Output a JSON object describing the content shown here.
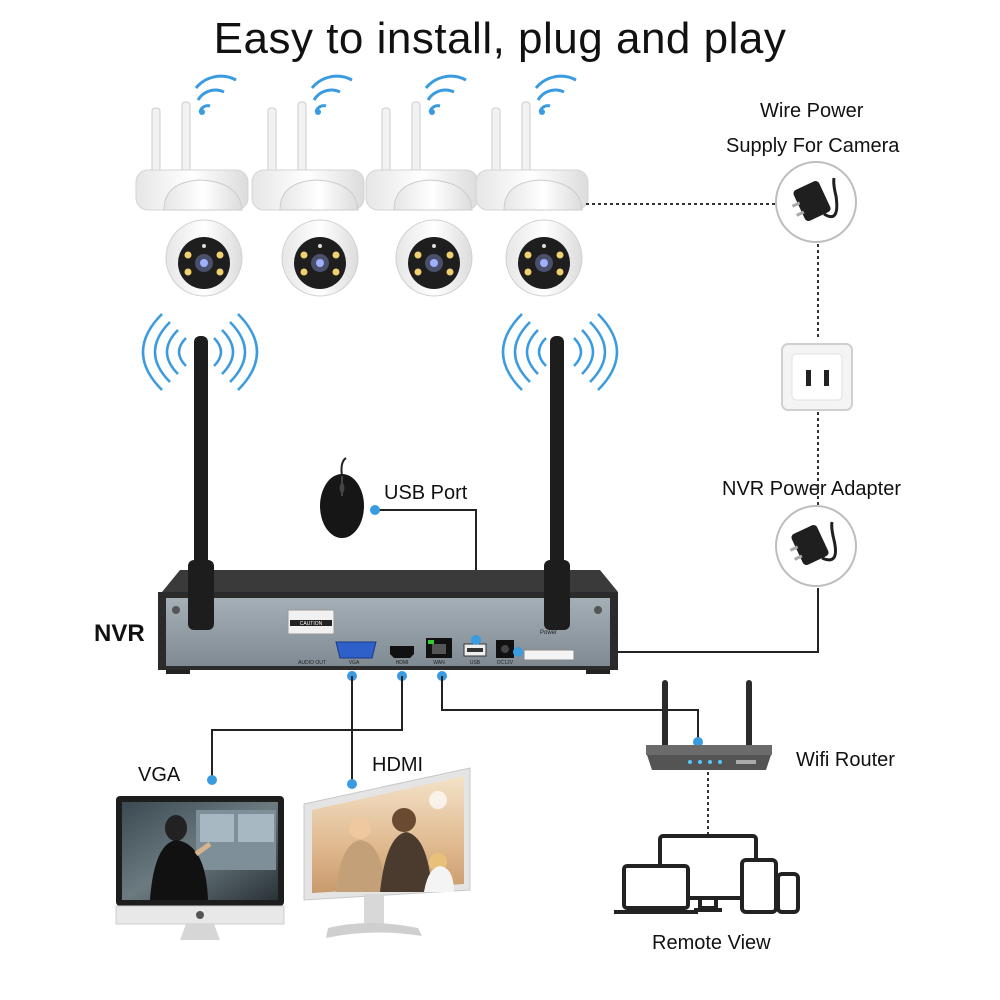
{
  "title": "Easy to install, plug and play",
  "labels": {
    "wire_power_line1": "Wire Power",
    "wire_power_line2": "Supply For Camera",
    "nvr_power_adapter": "NVR Power Adapter",
    "usb_port": "USB Port",
    "nvr": "NVR",
    "vga": "VGA",
    "hdmi": "HDMI",
    "wifi_router": "Wifi Router",
    "remote_view": "Remote View"
  },
  "nvr_panel": {
    "caution": "CAUTION",
    "audio_out": "AUDIO OUT",
    "vga_port": "VGA",
    "hdmi_port": "HDMI",
    "wan_port": "WAN",
    "usb_port": "USB",
    "dc_port": "DC12V",
    "power": "Power"
  },
  "colors": {
    "connector_dot": "#3a9be0",
    "wifi_signal": "#3a9be0",
    "nvr_body": "#2b2b2b",
    "nvr_panel": "#8f9aa2"
  }
}
